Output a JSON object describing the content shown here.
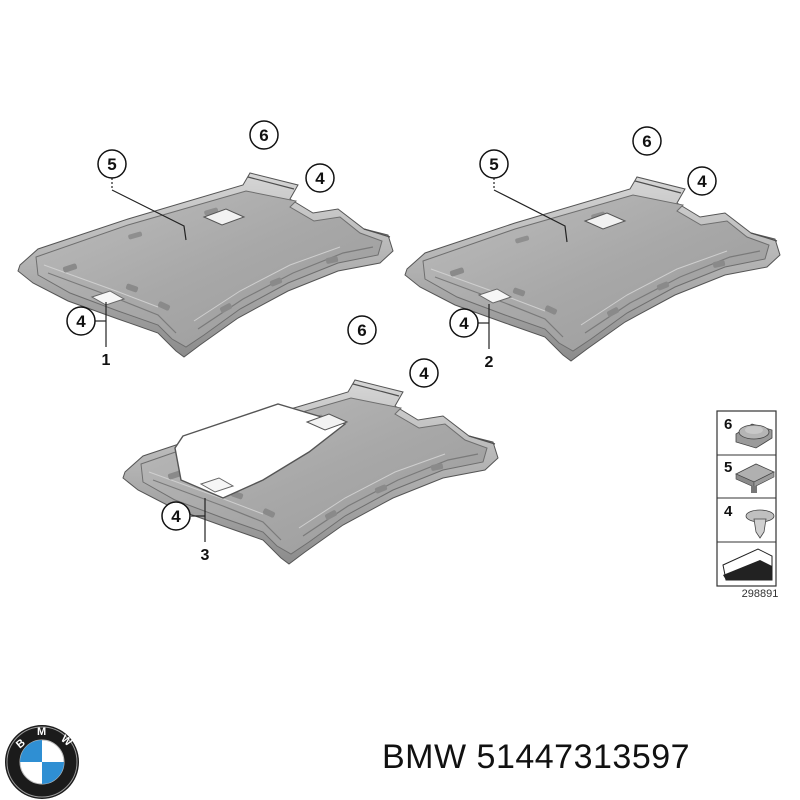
{
  "callouts": {
    "a6": "6",
    "a5": "5",
    "a4top": "4",
    "a4bot": "4",
    "b6": "6",
    "b5": "5",
    "b4top": "4",
    "b4bot": "4",
    "c6": "6",
    "c4top": "4",
    "c4bot": "4"
  },
  "part_labels": {
    "p1": "1",
    "p2": "2",
    "p3": "3"
  },
  "legend": {
    "n6": "6",
    "n5": "5",
    "n4": "4"
  },
  "diagram_code": "298891",
  "logo": {
    "letters": "BMW",
    "blue": "#2f8fd3"
  },
  "footer": {
    "brand": "BMW",
    "part_number": "51447313597"
  }
}
